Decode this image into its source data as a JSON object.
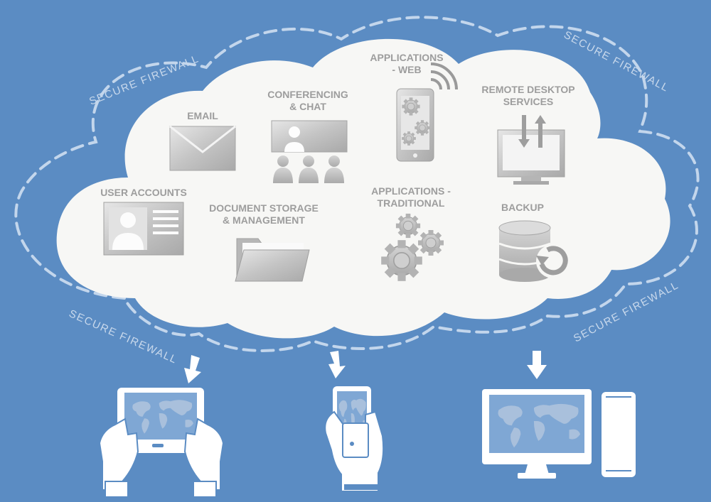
{
  "colors": {
    "background": "#5b8cc3",
    "cloud": "#f7f7f5",
    "firewall": "#c9d9ec",
    "icon_light": "#d9d9d9",
    "icon_dark": "#a8a8a8",
    "label": "#9d9d9d",
    "device": "#ffffff"
  },
  "cloud": {
    "services": [
      {
        "id": "email",
        "lines": [
          "EMAIL"
        ],
        "icon": "envelope-icon"
      },
      {
        "id": "conferencing",
        "lines": [
          "CONFERENCING",
          "& CHAT"
        ],
        "icon": "conference-icon"
      },
      {
        "id": "apps-web",
        "lines": [
          "APPLICATIONS",
          "- WEB"
        ],
        "icon": "mobile-gears-icon"
      },
      {
        "id": "remote-desktop",
        "lines": [
          "REMOTE DESKTOP",
          "SERVICES"
        ],
        "icon": "monitor-transfer-icon"
      },
      {
        "id": "user-accounts",
        "lines": [
          "USER ACCOUNTS"
        ],
        "icon": "id-card-icon"
      },
      {
        "id": "document-storage",
        "lines": [
          "DOCUMENT STORAGE",
          "& MANAGEMENT"
        ],
        "icon": "folder-icon"
      },
      {
        "id": "apps-traditional",
        "lines": [
          "APPLICATIONS -",
          "TRADITIONAL"
        ],
        "icon": "gears-icon"
      },
      {
        "id": "backup",
        "lines": [
          "BACKUP"
        ],
        "icon": "database-backup-icon"
      }
    ]
  },
  "firewall": {
    "labels": [
      "SECURE FIREWALL",
      "SECURE FIREWALL",
      "SECURE FIREWALL",
      "SECURE FIREWALL"
    ]
  },
  "devices": [
    {
      "id": "tablet",
      "icon": "tablet-hands-icon"
    },
    {
      "id": "phone",
      "icon": "phone-hand-icon"
    },
    {
      "id": "desktop",
      "icon": "desktop-computer-icon"
    }
  ]
}
